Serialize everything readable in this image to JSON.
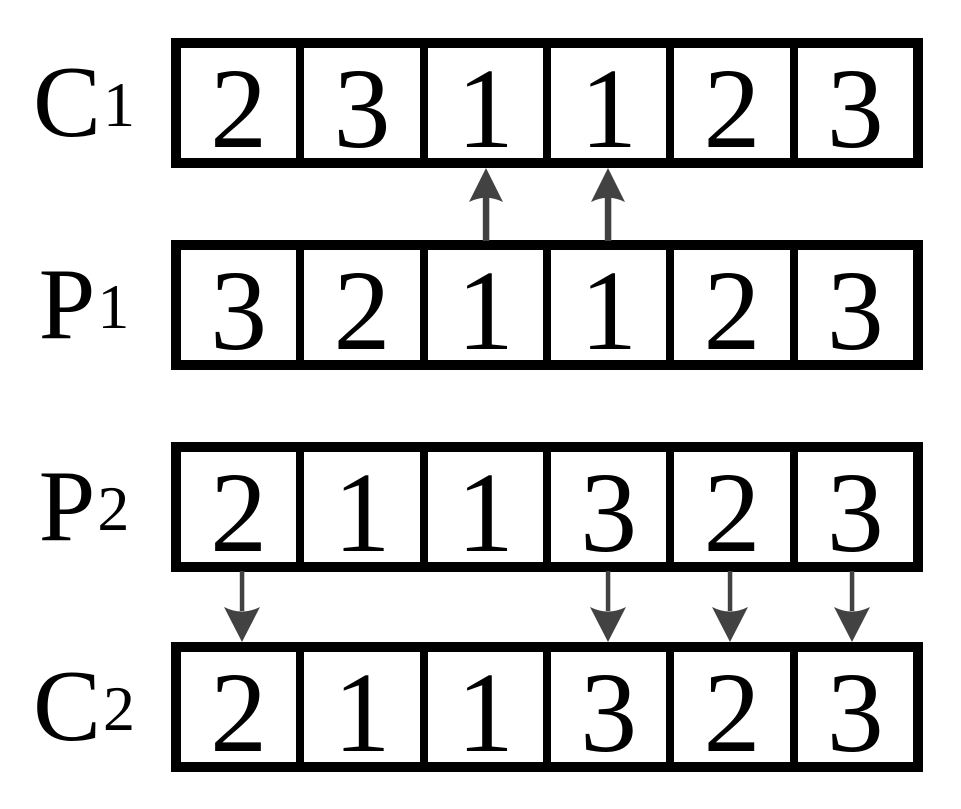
{
  "figure": {
    "description": "crossover diagram with parent and child chromosome strings",
    "background_color": "#ffffff",
    "border_color": "#000000",
    "text_color": "#000000",
    "arrow_color": "#424242",
    "rows": [
      {
        "id": "C1",
        "label": "C",
        "subscript": "1",
        "cells": [
          "2",
          "3",
          "1",
          "1",
          "2",
          "3"
        ]
      },
      {
        "id": "P1",
        "label": "P",
        "subscript": "1",
        "cells": [
          "3",
          "2",
          "1",
          "1",
          "2",
          "3"
        ]
      },
      {
        "id": "P2",
        "label": "P",
        "subscript": "2",
        "cells": [
          "2",
          "1",
          "1",
          "3",
          "2",
          "3"
        ]
      },
      {
        "id": "C2",
        "label": "C",
        "subscript": "2",
        "cells": [
          "2",
          "1",
          "1",
          "3",
          "2",
          "3"
        ]
      }
    ],
    "arrows": {
      "up": {
        "from_row": "P1",
        "to_row": "C1",
        "columns": [
          3,
          4
        ],
        "direction": "up"
      },
      "down": {
        "from_row": "P2",
        "to_row": "C2",
        "columns": [
          1,
          4,
          5,
          6
        ],
        "direction": "down"
      }
    }
  }
}
